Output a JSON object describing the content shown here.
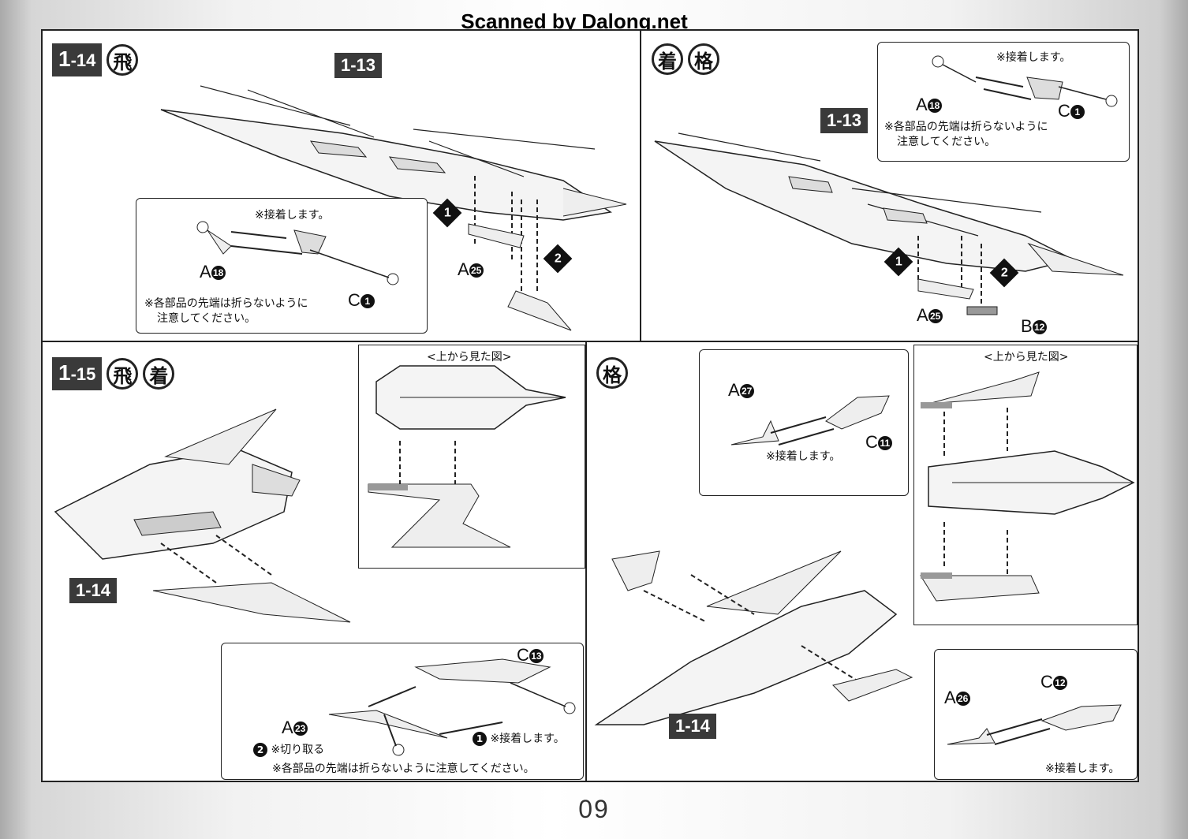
{
  "scan_credit": "Scanned by Dalong.net",
  "page_number": "09",
  "steps": {
    "s114": {
      "num_main": "1",
      "num_sub": "-14",
      "modes": [
        "飛"
      ]
    },
    "s114b": {
      "modes": [
        "着",
        "格"
      ]
    },
    "s115": {
      "num_main": "1",
      "num_sub": "-15",
      "modes": [
        "飛",
        "着"
      ]
    },
    "s115b": {
      "modes": [
        "格"
      ]
    }
  },
  "refs": {
    "r113": "1-13",
    "r114": "1-14"
  },
  "marker_labels": {
    "one": "1",
    "two": "2"
  },
  "parts": {
    "A18": {
      "letter": "A",
      "num": "18"
    },
    "A25": {
      "letter": "A",
      "num": "25"
    },
    "C1": {
      "letter": "C",
      "num": "1"
    },
    "B12": {
      "letter": "B",
      "num": "12"
    },
    "A27": {
      "letter": "A",
      "num": "27"
    },
    "C11": {
      "letter": "C",
      "num": "11"
    },
    "A23": {
      "letter": "A",
      "num": "23"
    },
    "C13": {
      "letter": "C",
      "num": "13"
    },
    "A26": {
      "letter": "A",
      "num": "26"
    },
    "C12": {
      "letter": "C",
      "num": "12"
    }
  },
  "notes": {
    "glue": "※接着します。",
    "tip_line1": "※各部品の先端は折らないように",
    "tip_line2": "注意してください。",
    "tip_full": "※各部品の先端は折らないように注意してください。",
    "cut": "※切り取る",
    "top_view": "<上から見た図>"
  }
}
